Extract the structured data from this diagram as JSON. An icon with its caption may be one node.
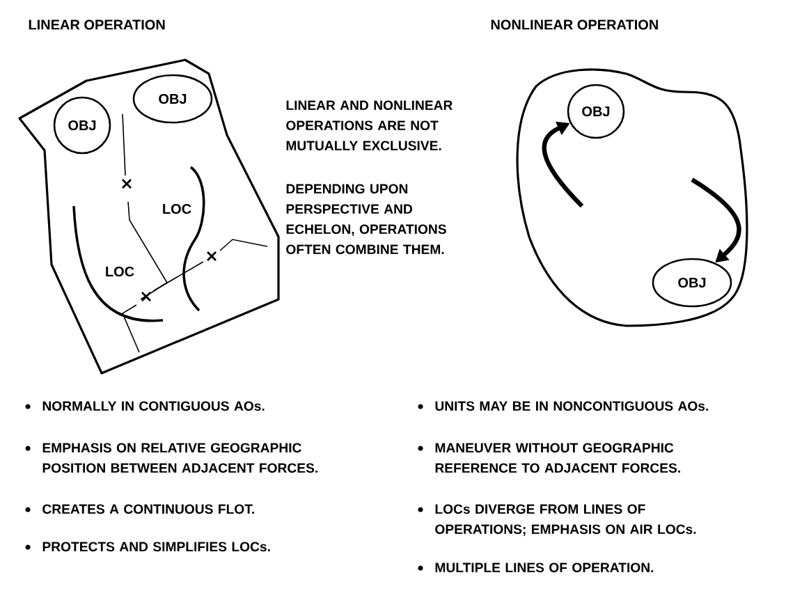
{
  "diagram": {
    "nodes": [
      {
        "text": [
          "OBJ"
        ]
      },
      {
        "text": [
          "OBJ"
        ]
      },
      {
        "text": [
          "OBJ"
        ]
      },
      {
        "text": [
          "OBJ"
        ]
      }
    ],
    "edges": [
      {
        "from": null,
        "to": 2,
        "arrow": "to"
      },
      {
        "from": null,
        "to": 3,
        "arrow": "to"
      }
    ],
    "labels": [
      "LINEAR OPERATION",
      "NONLINEAR OPERATION",
      "LOC",
      "LOC",
      "LINEAR AND NONLINEAR OPERATIONS ARE NOT MUTUALLY EXCLUSIVE.",
      "DEPENDING UPON PERSPECTIVE AND ECHELON, OPERATIONS OFTEN COMBINE THEM.",
      "NORMALLY IN CONTIGUOUS AOs.",
      "UNITS MAY BE IN NONCONTIGUOUS AOs.",
      "EMPHASIS ON RELATIVE GEOGRAPHIC POSITION BETWEEN ADJACENT FORCES.",
      "MANEUVER WITHOUT GEOGRAPHIC REFERENCE TO ADJACENT FORCES.",
      "CREATES A CONTINUOUS FLOT.",
      "LOCs DIVERGE FROM LINES OF OPERATIONS; EMPHASIS ON AIR LOCs.",
      "PROTECTS AND SIMPLIFIES LOCs.",
      "MULTIPLE LINES OF OPERATION."
    ]
  }
}
